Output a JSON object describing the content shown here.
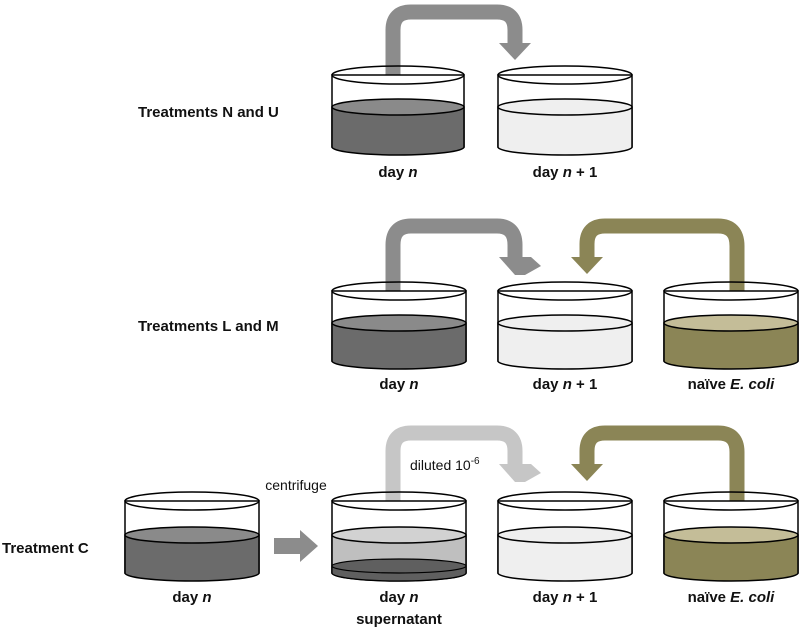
{
  "colors": {
    "dark_culture": "#6b6b6b",
    "pale_medium": "#efefef",
    "supernatant": "#bfbfbf",
    "pellet": "#5f5f5f",
    "naive_culture": "#8b8556",
    "arrow_gray": "#8c8c8c",
    "arrow_light": "#c6c6c6",
    "arrow_olive": "#8b8556"
  },
  "rows": [
    {
      "treatment_label": "Treatments N and U",
      "dish_labels": [
        "day",
        "day"
      ],
      "dish_label_italics": [
        "n",
        "n"
      ],
      "dish_label_suffix": [
        "",
        " + 1"
      ]
    },
    {
      "treatment_label": "Treatments L and M",
      "dish_labels": [
        "day",
        "day",
        "naïve"
      ],
      "dish_label_italics": [
        "n",
        "n",
        "E. coli"
      ],
      "dish_label_suffix": [
        "",
        " + 1",
        ""
      ]
    },
    {
      "treatment_label": "Treatment C",
      "dish_labels": [
        "day",
        "day",
        "day",
        "naïve"
      ],
      "dish_label_italics": [
        "n",
        "n",
        "n",
        "E. coli"
      ],
      "dish_label_suffix": [
        "",
        "",
        " + 1",
        ""
      ],
      "supernatant_word": "supernatant",
      "centrifuge_label": "centrifuge",
      "diluted_label": "diluted 10",
      "diluted_exponent": "-6"
    }
  ]
}
